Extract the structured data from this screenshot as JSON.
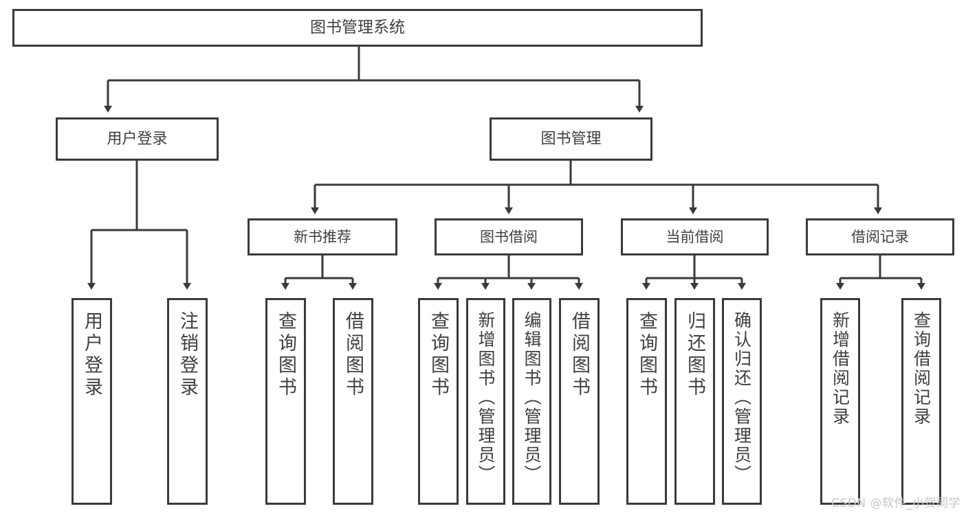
{
  "diagram": {
    "type": "tree",
    "title": "图书管理系统",
    "watermark": "CSDN @软件_小贺同学",
    "colors": {
      "stroke": "#3a3a3a",
      "text": "#3f3f3f",
      "background": "#ffffff",
      "watermark": "#c6c6c6"
    },
    "root": {
      "label": "图书管理系统"
    },
    "level1": [
      {
        "id": "user-login",
        "label": "用户登录"
      },
      {
        "id": "book-manage",
        "label": "图书管理"
      }
    ],
    "level2": [
      {
        "id": "new-book-recommend",
        "label": "新书推荐",
        "parent": "book-manage"
      },
      {
        "id": "book-borrow",
        "label": "图书借阅",
        "parent": "book-manage"
      },
      {
        "id": "current-borrow",
        "label": "当前借阅",
        "parent": "book-manage"
      },
      {
        "id": "borrow-record",
        "label": "借阅记录",
        "parent": "book-manage"
      }
    ],
    "leaves": [
      {
        "id": "leaf-user-login",
        "label": "用户登录",
        "parent": "user-login"
      },
      {
        "id": "leaf-logout-login",
        "label": "注销登录",
        "parent": "user-login"
      },
      {
        "id": "leaf-query-book-1",
        "label": "查询图书",
        "parent": "new-book-recommend"
      },
      {
        "id": "leaf-borrow-book-1",
        "label": "借阅图书",
        "parent": "new-book-recommend"
      },
      {
        "id": "leaf-query-book-2",
        "label": "查询图书",
        "parent": "book-borrow"
      },
      {
        "id": "leaf-add-book",
        "label": "新增图书（管理员）",
        "parent": "book-borrow"
      },
      {
        "id": "leaf-edit-book",
        "label": "编辑图书（管理员）",
        "parent": "book-borrow"
      },
      {
        "id": "leaf-borrow-book-2",
        "label": "借阅图书",
        "parent": "book-borrow"
      },
      {
        "id": "leaf-query-book-3",
        "label": "查询图书",
        "parent": "current-borrow"
      },
      {
        "id": "leaf-return-book",
        "label": "归还图书",
        "parent": "current-borrow"
      },
      {
        "id": "leaf-confirm-return",
        "label": "确认归还（管理员）",
        "parent": "current-borrow"
      },
      {
        "id": "leaf-add-record",
        "label": "新增借阅记录",
        "parent": "borrow-record"
      },
      {
        "id": "leaf-query-record",
        "label": "查询借阅记录",
        "parent": "borrow-record"
      }
    ]
  }
}
